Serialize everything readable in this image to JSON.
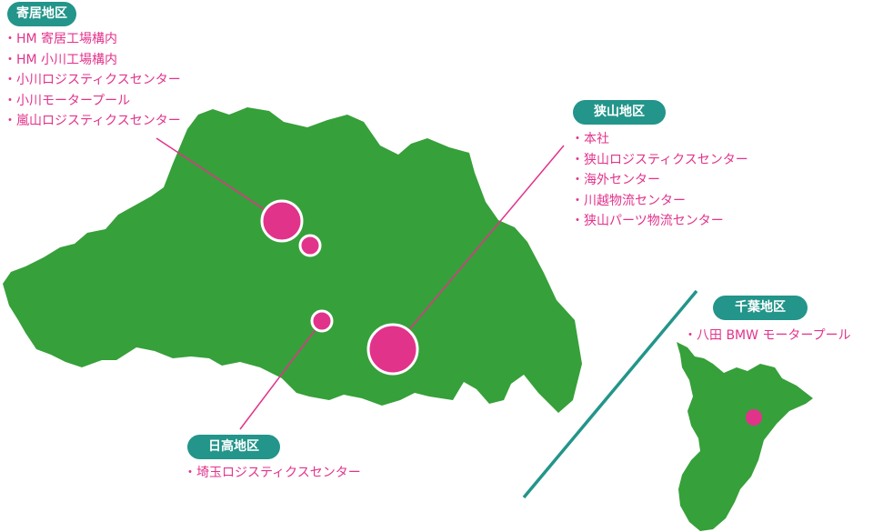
{
  "colors": {
    "land": "#36a03a",
    "marker": "#e2338b",
    "badge": "#23958a",
    "text": "#e2338b",
    "divider": "#23958a"
  },
  "districts": {
    "yorii": {
      "label": "寄居地区",
      "facilities": [
        "HM 寄居工場構内",
        "HM 小川工場構内",
        "小川ロジスティクスセンター",
        "小川モータープール",
        "嵐山ロジスティクスセンター"
      ]
    },
    "sayama": {
      "label": "狭山地区",
      "facilities": [
        "本社",
        "狭山ロジスティクスセンター",
        "海外センター",
        "川越物流センター",
        "狭山パーツ物流センター"
      ]
    },
    "hidaka": {
      "label": "日高地区",
      "facilities": [
        "埼玉ロジスティクスセンター"
      ]
    },
    "chiba": {
      "label": "千葉地区",
      "facilities": [
        "八田 BMW モータープール"
      ]
    }
  }
}
